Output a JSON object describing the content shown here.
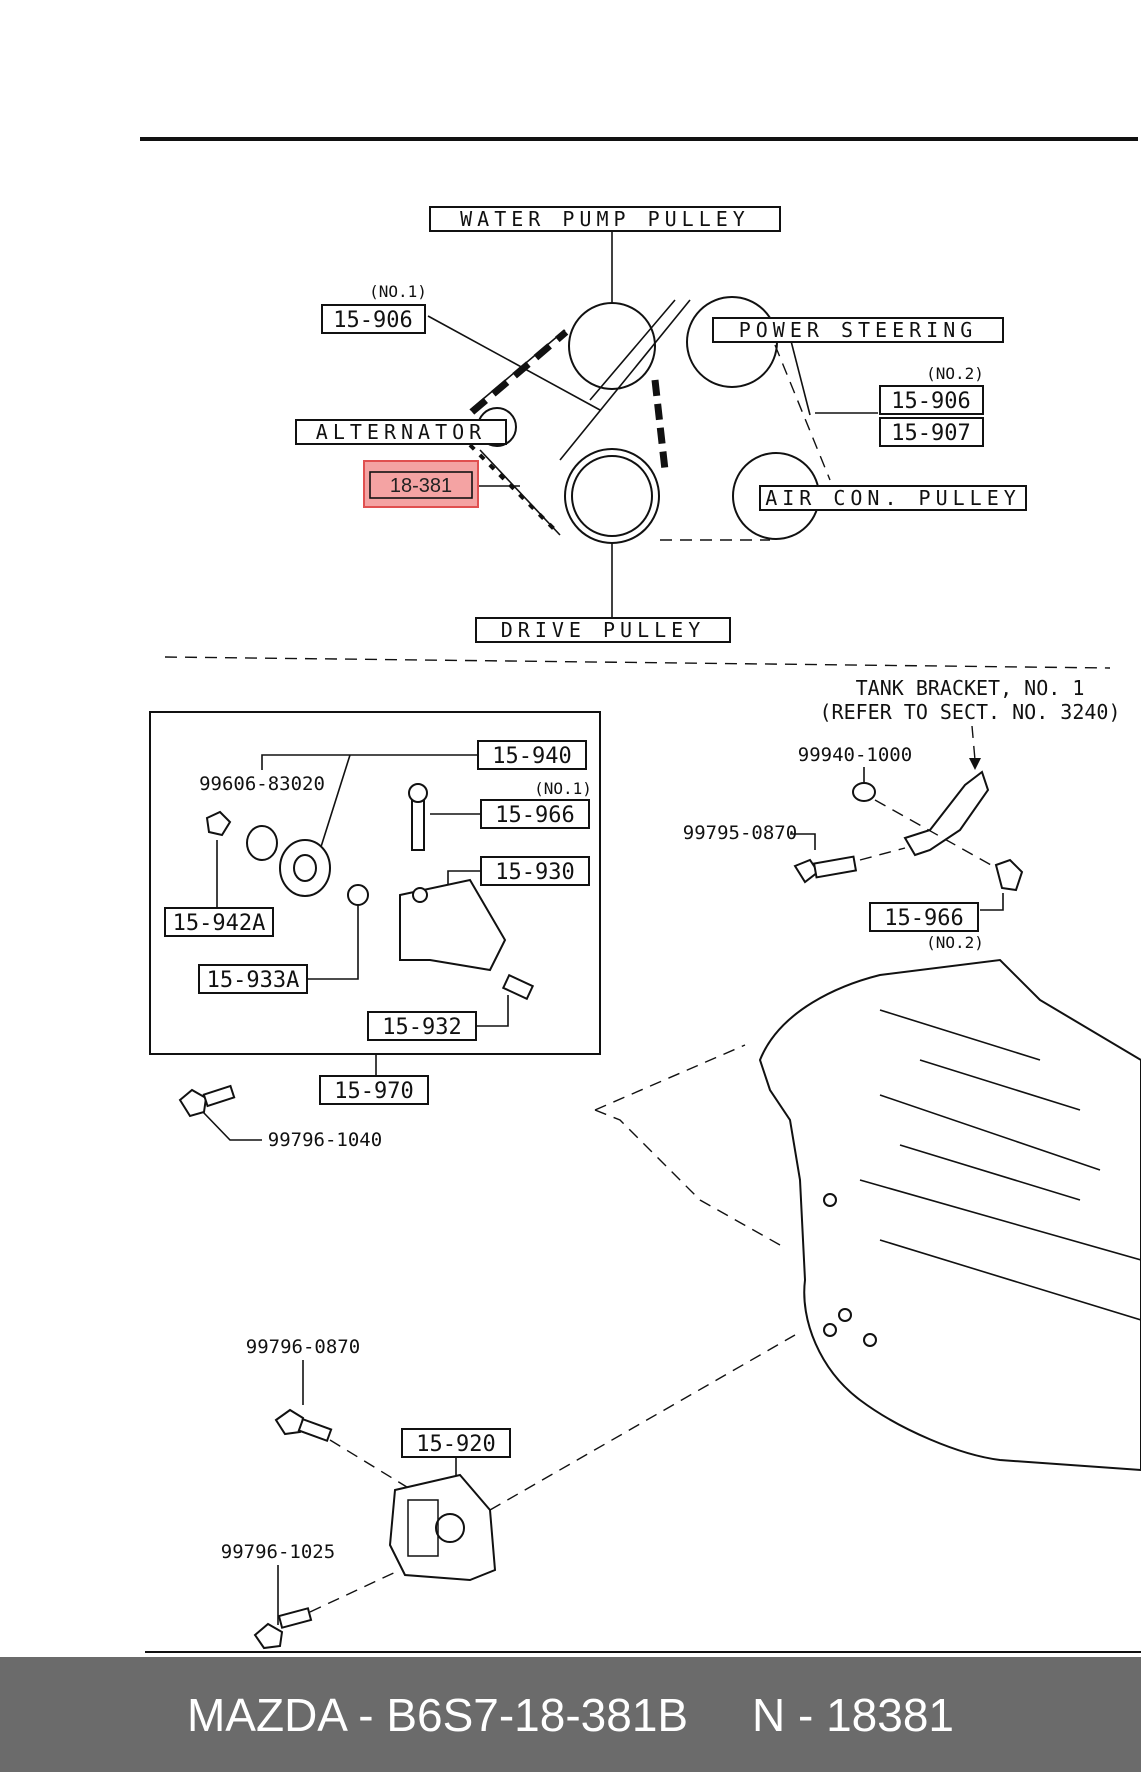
{
  "labels": {
    "water_pump_pulley": "WATER PUMP PULLEY",
    "power_steering": "POWER STEERING",
    "alternator": "ALTERNATOR",
    "air_con_pulley": "AIR CON. PULLEY",
    "drive_pulley": "DRIVE PULLEY",
    "tank_bracket": "TANK BRACKET, NO. 1",
    "refer_sect": "(REFER TO SECT. NO. 3240)"
  },
  "parts": {
    "p15906_no1": "15-906",
    "no1_a": "(NO.1)",
    "p15906_no2": "15-906",
    "p15907": "15-907",
    "no2_a": "(NO.2)",
    "p18381": "18-381",
    "p15940": "15-940",
    "p9960683020": "99606-83020",
    "p15966_no1": "15-966",
    "no1_b": "(NO.1)",
    "p15942a": "15-942A",
    "p15930": "15-930",
    "p15933a": "15-933A",
    "p15932": "15-932",
    "p15970": "15-970",
    "p9979610401": "99796-1040",
    "p999401000": "99940-1000",
    "p997950870": "99795-0870",
    "p15966_no2": "15-966",
    "no2_b": "(NO.2)",
    "p997960870": "99796-0870",
    "p15920": "15-920",
    "p997961025": "99796-1025"
  },
  "footer": {
    "text": "MAZDA - B6S7-18-381B     N - 18381"
  },
  "colors": {
    "highlight_fill": "#f4a3a3",
    "highlight_stroke": "#e05050",
    "footer_bg": "#6b6b6b"
  }
}
